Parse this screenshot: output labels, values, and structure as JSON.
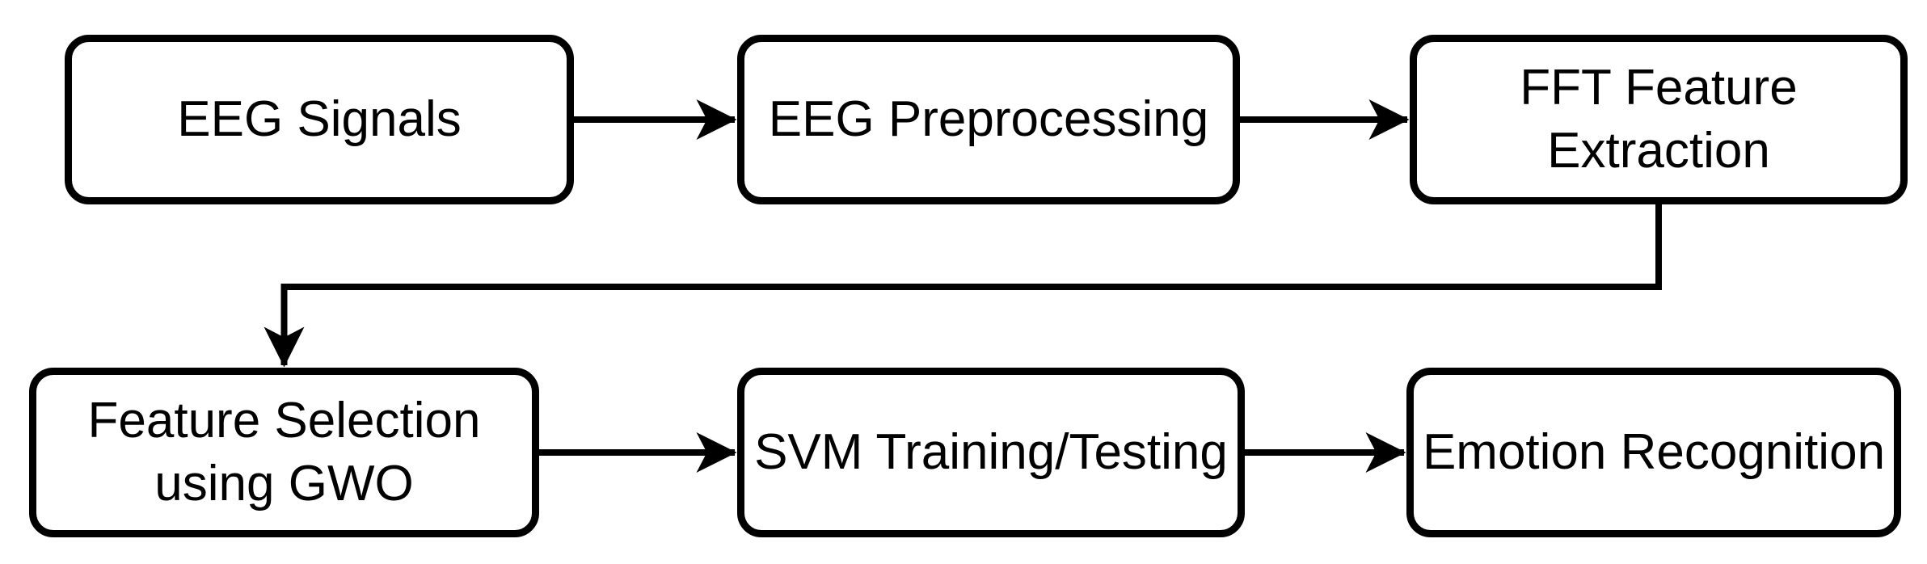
{
  "diagram": {
    "type": "flowchart",
    "colors": {
      "background": "#ffffff",
      "node_fill": "#ffffff",
      "node_border": "#000000",
      "arrow": "#000000",
      "text": "#000000"
    },
    "nodes": [
      {
        "id": "eeg-signals",
        "label": "EEG Signals"
      },
      {
        "id": "eeg-preprocessing",
        "label": "EEG Preprocessing"
      },
      {
        "id": "fft-feature-extraction",
        "label": "FFT Feature\nExtraction"
      },
      {
        "id": "feature-selection-gwo",
        "label": "Feature Selection\nusing GWO"
      },
      {
        "id": "svm-training-testing",
        "label": "SVM Training/Testing"
      },
      {
        "id": "emotion-recognition",
        "label": "Emotion Recognition"
      }
    ],
    "edges": [
      {
        "from": "eeg-signals",
        "to": "eeg-preprocessing",
        "style": "straight-right"
      },
      {
        "from": "eeg-preprocessing",
        "to": "fft-feature-extraction",
        "style": "straight-right"
      },
      {
        "from": "fft-feature-extraction",
        "to": "feature-selection-gwo",
        "style": "elbow-down-left-down"
      },
      {
        "from": "feature-selection-gwo",
        "to": "svm-training-testing",
        "style": "straight-right"
      },
      {
        "from": "svm-training-testing",
        "to": "emotion-recognition",
        "style": "straight-right"
      }
    ]
  }
}
